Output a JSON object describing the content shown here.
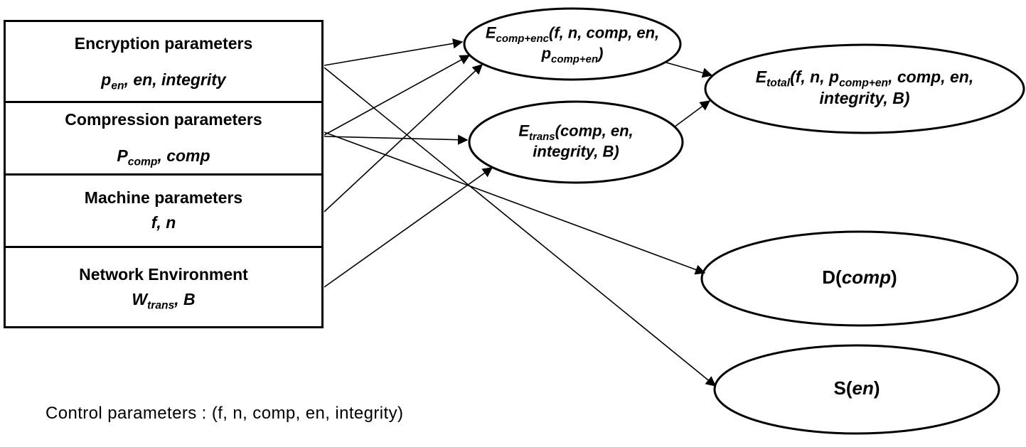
{
  "box": {
    "sections": [
      {
        "title": "Encryption parameters",
        "params": "p~en~, en, integrity"
      },
      {
        "title": "Compression parameters",
        "params": "P~comp~, comp"
      },
      {
        "title": "Machine parameters",
        "params": "f, n"
      },
      {
        "title": "Network Environment",
        "params": "W~trans~, B"
      }
    ]
  },
  "nodes": [
    {
      "id": "e-comp-enc",
      "label": "E~comp+enc~(f, n, comp, en, p~comp+en~)"
    },
    {
      "id": "e-trans",
      "label": "E~trans~(comp, en, integrity, B)"
    },
    {
      "id": "e-total",
      "label": "E~total~(f, n, p~comp+en~, comp, en, integrity, B)"
    },
    {
      "id": "d-comp",
      "label": "D(*comp*)"
    },
    {
      "id": "s-en",
      "label": "S(*en*)"
    }
  ],
  "edges": [
    {
      "from": "encryption-parameters",
      "to": "e-comp-enc"
    },
    {
      "from": "compression-parameters",
      "to": "e-comp-enc"
    },
    {
      "from": "machine-parameters",
      "to": "e-comp-enc"
    },
    {
      "from": "compression-parameters",
      "to": "e-trans"
    },
    {
      "from": "network-environment",
      "to": "e-trans"
    },
    {
      "from": "compression-parameters",
      "to": "d-comp"
    },
    {
      "from": "encryption-parameters",
      "to": "s-en"
    },
    {
      "from": "e-comp-enc",
      "to": "e-total"
    },
    {
      "from": "e-trans",
      "to": "e-total"
    }
  ],
  "footer": {
    "text": "Control parameters : (f, n, comp, en, integrity)"
  },
  "colors": {
    "stroke": "#000000",
    "background": "#ffffff"
  }
}
